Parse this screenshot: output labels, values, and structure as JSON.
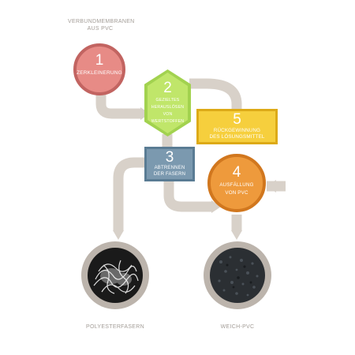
{
  "source_caption": [
    "VERBUNDMEMBRANEN",
    "AUS PVC"
  ],
  "steps": [
    {
      "num": "1",
      "label": [
        "ZERKLEINERUNG"
      ],
      "fill": "#e78b86",
      "border": "#c26461"
    },
    {
      "num": "2",
      "label": [
        "GEZIELTES",
        "HERAUSLÖSEN",
        "VON",
        "WERTSTOFFEN"
      ],
      "fill": "#c0e66a",
      "border": "#a2d24f"
    },
    {
      "num": "3",
      "label": [
        "ABTRENNEN",
        "DER FASERN"
      ],
      "fill": "#7b99af",
      "border": "#5a7c94"
    },
    {
      "num": "4",
      "label": [
        "AUSFÄLLUNG",
        "VON PVC"
      ],
      "fill": "#ee9a3c",
      "border": "#d1771e"
    },
    {
      "num": "5",
      "label": [
        "RÜCKGEWINNUNG",
        "DES LÖSUNGSMITTEL"
      ],
      "fill": "#f6cf3d",
      "border": "#ddaa17"
    }
  ],
  "outputs": {
    "fibers": "POLYESTERFASERN",
    "pvc": "WEICH-PVC"
  },
  "colors": {
    "pipe": "#d8d1c9",
    "caption": "#a39d97"
  },
  "icons": {
    "fibers_photo": "polyester-fibers-image",
    "pvc_photo": "soft-pvc-granulate-image"
  }
}
